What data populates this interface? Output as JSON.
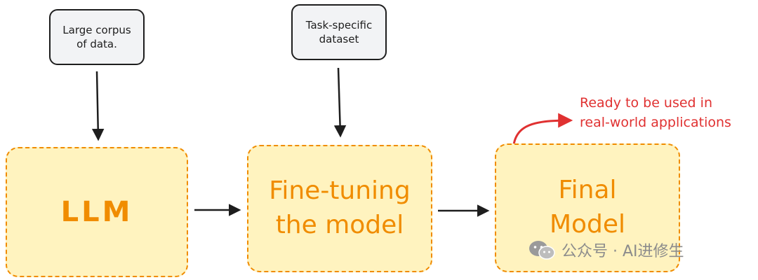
{
  "notes": {
    "corpus": "Large corpus\nof data.",
    "dataset": "Task-specific\ndataset"
  },
  "boxes": {
    "llm": "LLM",
    "finetune": "Fine-tuning\nthe model",
    "final": "Final\nModel"
  },
  "annotation": "Ready to be used in\nreal-world applications",
  "watermark": "公众号 · AI进修生",
  "colors": {
    "box_fill": "#fff3bf",
    "box_border": "#f08c00",
    "note_fill": "#f2f3f5",
    "arrow": "#1e1e1e",
    "annotation": "#e03131",
    "watermark": "#8c8c8c"
  }
}
